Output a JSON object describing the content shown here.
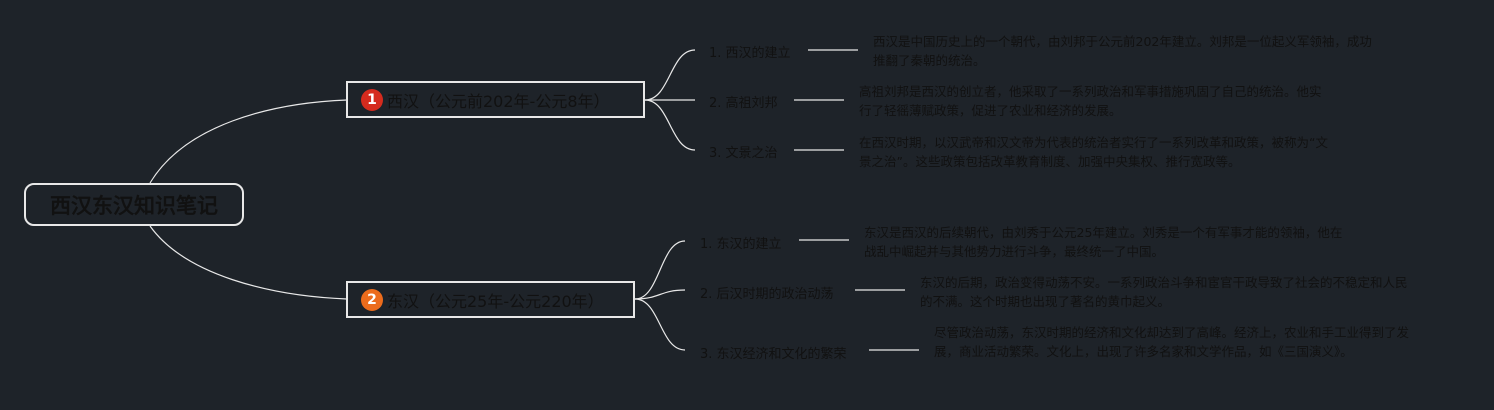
{
  "root": {
    "title": "西汉东汉知识笔记"
  },
  "branches": [
    {
      "badge": "1",
      "badge_color": "#d52b1e",
      "title": "西汉（公元前202年-公元8年）",
      "topics": [
        {
          "title": "1. 西汉的建立",
          "desc": "西汉是中国历史上的一个朝代，由刘邦于公元前202年建立。刘邦是一位起义军领袖，成功推翻了秦朝的统治。"
        },
        {
          "title": "2. 高祖刘邦",
          "desc": "高祖刘邦是西汉的创立者，他采取了一系列政治和军事措施巩固了自己的统治。他实行了轻徭薄赋政策，促进了农业和经济的发展。"
        },
        {
          "title": "3. 文景之治",
          "desc": "在西汉时期，以汉武帝和汉文帝为代表的统治者实行了一系列改革和政策，被称为“文景之治”。这些政策包括改革教育制度、加强中央集权、推行宽政等。"
        }
      ]
    },
    {
      "badge": "2",
      "badge_color": "#ec6c1c",
      "title": "东汉（公元25年-公元220年）",
      "topics": [
        {
          "title": "1. 东汉的建立",
          "desc": "东汉是西汉的后续朝代，由刘秀于公元25年建立。刘秀是一个有军事才能的领袖，他在战乱中崛起并与其他势力进行斗争，最终统一了中国。"
        },
        {
          "title": "2. 后汉时期的政治动荡",
          "desc": "东汉的后期，政治变得动荡不安。一系列政治斗争和宦官干政导致了社会的不稳定和人民的不满。这个时期也出现了著名的黄巾起义。"
        },
        {
          "title": "3. 东汉经济和文化的繁荣",
          "desc": "尽管政治动荡，东汉时期的经济和文化却达到了高峰。经济上，农业和手工业得到了发展，商业活动繁荣。文化上，出现了许多名家和文学作品，如《三国演义》。"
        }
      ]
    }
  ]
}
